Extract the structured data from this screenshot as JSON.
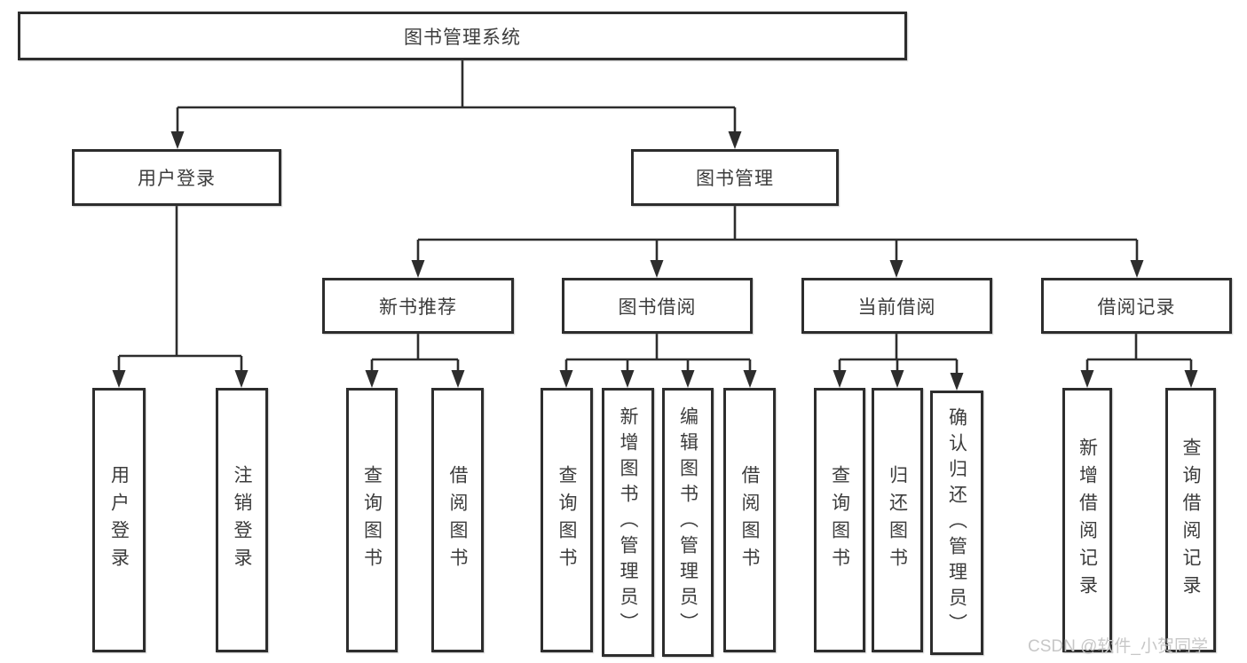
{
  "diagram": {
    "title": "图书管理系统",
    "level2": [
      {
        "id": "user-login",
        "label": "用户登录"
      },
      {
        "id": "book-management",
        "label": "图书管理"
      }
    ],
    "level3": [
      {
        "id": "new-book-recommend",
        "label": "新书推荐",
        "parent": "图书管理"
      },
      {
        "id": "book-borrow",
        "label": "图书借阅",
        "parent": "图书管理"
      },
      {
        "id": "current-borrow",
        "label": "当前借阅",
        "parent": "图书管理"
      },
      {
        "id": "borrow-records",
        "label": "借阅记录",
        "parent": "图书管理"
      }
    ],
    "leaves": [
      {
        "label": "用户登录",
        "parent": "用户登录"
      },
      {
        "label": "注销登录",
        "parent": "用户登录"
      },
      {
        "label": "查询图书",
        "parent": "新书推荐"
      },
      {
        "label": "借阅图书",
        "parent": "新书推荐"
      },
      {
        "label": "查询图书",
        "parent": "图书借阅"
      },
      {
        "label": "新增图书（管理员）",
        "parent": "图书借阅"
      },
      {
        "label": "编辑图书（管理员）",
        "parent": "图书借阅"
      },
      {
        "label": "借阅图书",
        "parent": "图书借阅"
      },
      {
        "label": "查询图书",
        "parent": "当前借阅"
      },
      {
        "label": "归还图书",
        "parent": "当前借阅"
      },
      {
        "label": "确认归还（管理员）",
        "parent": "当前借阅"
      },
      {
        "label": "新增借阅记录",
        "parent": "借阅记录"
      },
      {
        "label": "查询借阅记录",
        "parent": "借阅记录"
      }
    ],
    "colors": {
      "line": "#2d2d2d",
      "text": "#3c3c3c",
      "box_background": "#ffffff",
      "watermark": "#c7c7c7"
    }
  },
  "watermark": {
    "text": "CSDN @软件_小贺同学"
  }
}
